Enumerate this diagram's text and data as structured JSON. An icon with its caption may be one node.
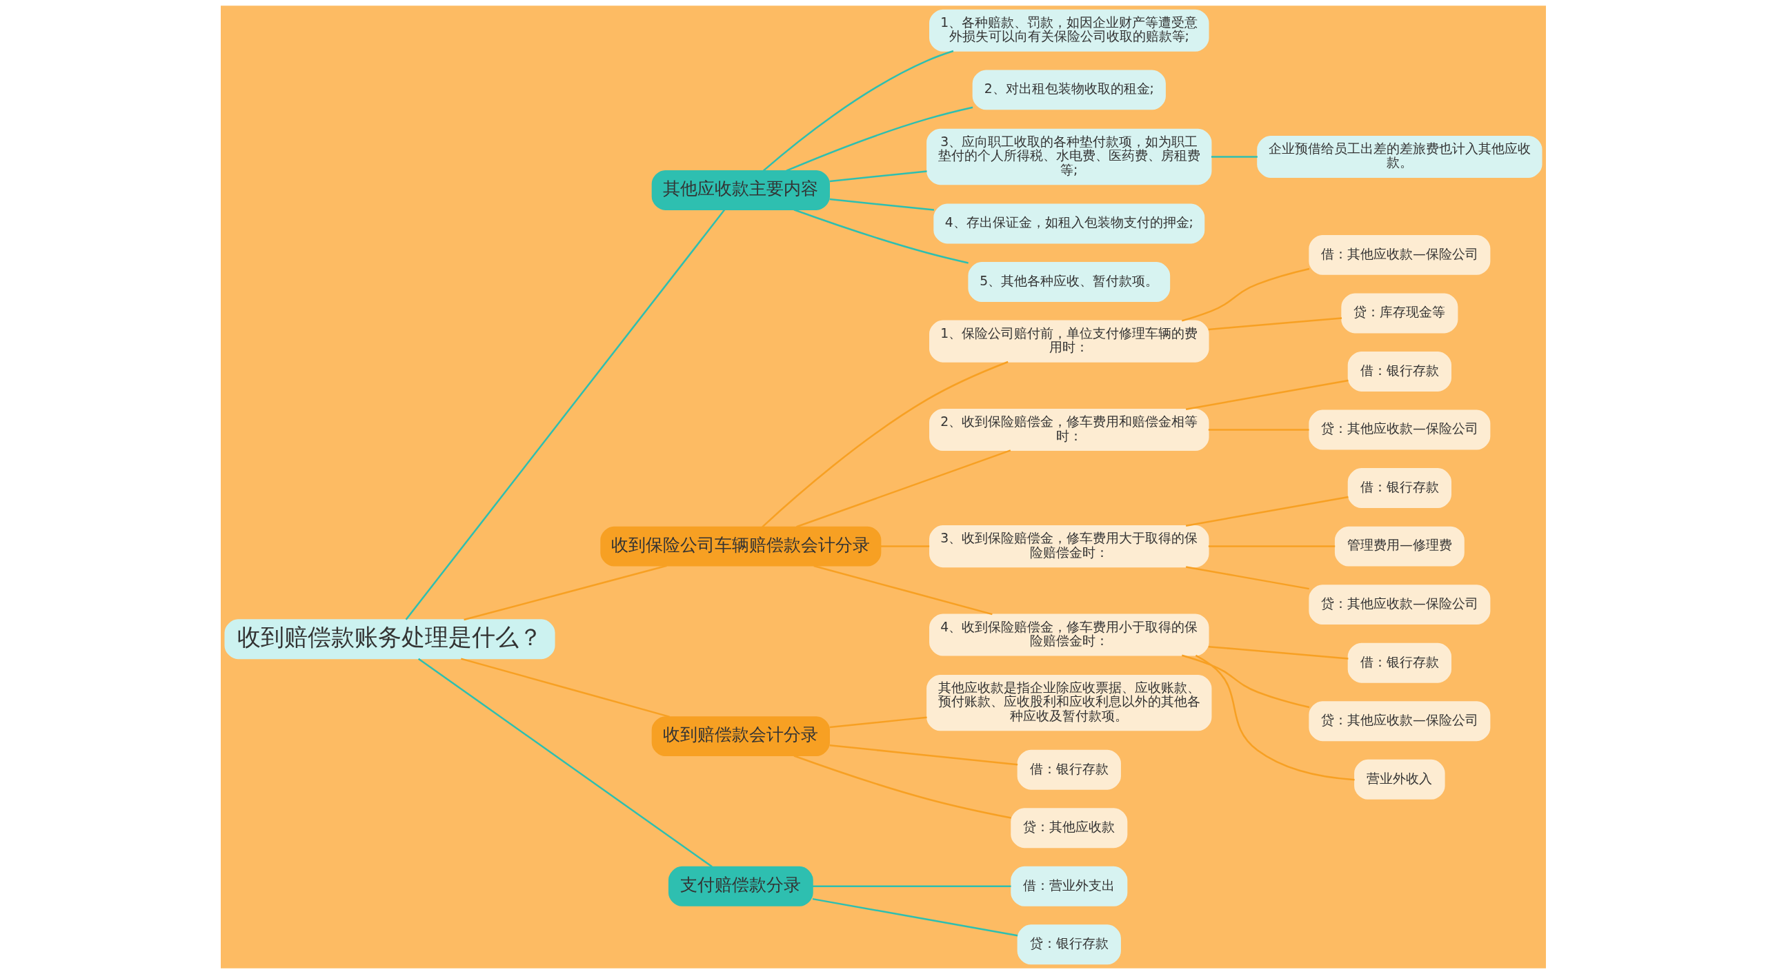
{
  "diagram": {
    "nodes": [
      {
        "text": [
          "收到赔偿款账务处理是什么？"
        ]
      },
      {
        "text": [
          "其他应收款主要内容"
        ]
      },
      {
        "text": [
          "1、各种赔款、罚款，如因企业财产等遭受意外损失可以向有关保险公司收取的赔款等;"
        ]
      },
      {
        "text": [
          "2、对出租包装物收取的租金;"
        ]
      },
      {
        "text": [
          "3、应向职工收取的各种垫付款项，如为职工垫付的个人所得税、水电费、医药费、房租费等;"
        ]
      },
      {
        "text": [
          "企业预借给员工出差的差旅费也计入其他应收款。"
        ]
      },
      {
        "text": [
          "4、存出保证金，如租入包装物支付的押金;"
        ]
      },
      {
        "text": [
          "5、其他各种应收、暂付款项。"
        ]
      },
      {
        "text": [
          "收到保险公司车辆赔偿款会计分录"
        ]
      },
      {
        "text": [
          "1、保险公司赔付前，单位支付修理车辆的费用时："
        ]
      },
      {
        "text": [
          "借：其他应收款—保险公司"
        ]
      },
      {
        "text": [
          "贷：库存现金等"
        ]
      },
      {
        "text": [
          "2、收到保险赔偿金，修车费用和赔偿金相等时："
        ]
      },
      {
        "text": [
          "借：银行存款"
        ]
      },
      {
        "text": [
          "贷：其他应收款—保险公司"
        ]
      },
      {
        "text": [
          "3、收到保险赔偿金，修车费用大于取得的保险赔偿金时："
        ]
      },
      {
        "text": [
          "借：银行存款"
        ]
      },
      {
        "text": [
          "管理费用—修理费"
        ]
      },
      {
        "text": [
          "贷：其他应收款—保险公司"
        ]
      },
      {
        "text": [
          "4、收到保险赔偿金，修车费用小于取得的保险赔偿金时："
        ]
      },
      {
        "text": [
          "借：银行存款"
        ]
      },
      {
        "text": [
          "贷：其他应收款—保险公司"
        ]
      },
      {
        "text": [
          "营业外收入"
        ]
      },
      {
        "text": [
          "收到赔偿款会计分录"
        ]
      },
      {
        "text": [
          "其他应收款是指企业除应收票据、应收账款、预付账款、应收股利和应收利息以外的其他各种应收及暂付款项。"
        ]
      },
      {
        "text": [
          "借：银行存款"
        ]
      },
      {
        "text": [
          "贷：其他应收款"
        ]
      },
      {
        "text": [
          "支付赔偿款分录"
        ]
      },
      {
        "text": [
          "借：营业外支出"
        ]
      },
      {
        "text": [
          "贷：银行存款"
        ]
      }
    ],
    "edges": [
      {
        "from": 0,
        "to": 1,
        "arrow": "none",
        "color": "#2ebfb0"
      },
      {
        "from": 1,
        "to": 2,
        "arrow": "none",
        "color": "#2ebfb0"
      },
      {
        "from": 1,
        "to": 3,
        "arrow": "none",
        "color": "#2ebfb0"
      },
      {
        "from": 1,
        "to": 4,
        "arrow": "none",
        "color": "#2ebfb0"
      },
      {
        "from": 4,
        "to": 5,
        "arrow": "none",
        "color": "#2ebfb0"
      },
      {
        "from": 1,
        "to": 6,
        "arrow": "none",
        "color": "#2ebfb0"
      },
      {
        "from": 1,
        "to": 7,
        "arrow": "none",
        "color": "#2ebfb0"
      },
      {
        "from": 0,
        "to": 8,
        "arrow": "none"
      },
      {
        "from": 8,
        "to": 9,
        "arrow": "none"
      },
      {
        "from": 9,
        "to": 10,
        "arrow": "none"
      },
      {
        "from": 9,
        "to": 11,
        "arrow": "none"
      },
      {
        "from": 8,
        "to": 12,
        "arrow": "none"
      },
      {
        "from": 12,
        "to": 13,
        "arrow": "none"
      },
      {
        "from": 12,
        "to": 14,
        "arrow": "none"
      },
      {
        "from": 8,
        "to": 15,
        "arrow": "none"
      },
      {
        "from": 15,
        "to": 16,
        "arrow": "none"
      },
      {
        "from": 15,
        "to": 17,
        "arrow": "none"
      },
      {
        "from": 15,
        "to": 18,
        "arrow": "none"
      },
      {
        "from": 8,
        "to": 19,
        "arrow": "none"
      },
      {
        "from": 19,
        "to": 20,
        "arrow": "none"
      },
      {
        "from": 19,
        "to": 21,
        "arrow": "none"
      },
      {
        "from": 19,
        "to": 22,
        "arrow": "none"
      },
      {
        "from": 0,
        "to": 23,
        "arrow": "none"
      },
      {
        "from": 23,
        "to": 24,
        "arrow": "none"
      },
      {
        "from": 23,
        "to": 25,
        "arrow": "none"
      },
      {
        "from": 23,
        "to": 26,
        "arrow": "none"
      },
      {
        "from": 0,
        "to": 27,
        "arrow": "none",
        "color": "#2ebfb0"
      },
      {
        "from": 27,
        "to": 28,
        "arrow": "none",
        "color": "#2ebfb0"
      },
      {
        "from": 27,
        "to": 29,
        "arrow": "none",
        "color": "#2ebfb0"
      }
    ]
  }
}
